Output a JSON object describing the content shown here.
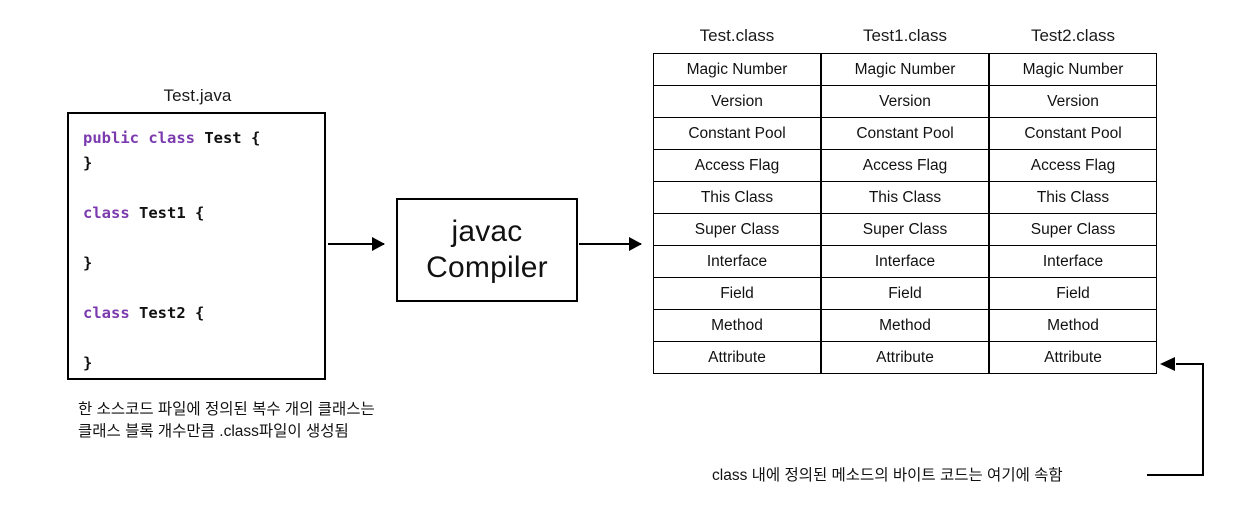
{
  "source": {
    "label": "Test.java",
    "code_lines": [
      {
        "keyword": "public class",
        "rest": " Test {"
      },
      {
        "keyword": "",
        "rest": "}"
      },
      {
        "keyword": "",
        "rest": ""
      },
      {
        "keyword": "class",
        "rest": " Test1 {"
      },
      {
        "keyword": "",
        "rest": ""
      },
      {
        "keyword": "",
        "rest": "}"
      },
      {
        "keyword": "",
        "rest": ""
      },
      {
        "keyword": "class",
        "rest": " Test2 {"
      },
      {
        "keyword": "",
        "rest": ""
      },
      {
        "keyword": "",
        "rest": "}"
      }
    ],
    "code_plain": "public class Test {\n}\n\nclass Test1 {\n\n}\n\nclass Test2 {\n\n}",
    "caption": "한 소스코드 파일에 정의된 복수 개의 클래스는\n클래스 블록 개수만큼 .class파일이 생성됨"
  },
  "compiler": {
    "line1": "javac",
    "line2": "Compiler"
  },
  "class_files": {
    "row_labels": [
      "Magic Number",
      "Version",
      "Constant Pool",
      "Access Flag",
      "This Class",
      "Super Class",
      "Interface",
      "Field",
      "Method",
      "Attribute"
    ],
    "columns": [
      {
        "title": "Test.class",
        "rows": [
          "Magic Number",
          "Version",
          "Constant Pool",
          "Access Flag",
          "This Class",
          "Super Class",
          "Interface",
          "Field",
          "Method",
          "Attribute"
        ]
      },
      {
        "title": "Test1.class",
        "rows": [
          "Magic Number",
          "Version",
          "Constant Pool",
          "Access Flag",
          "This Class",
          "Super Class",
          "Interface",
          "Field",
          "Method",
          "Attribute"
        ]
      },
      {
        "title": "Test2.class",
        "rows": [
          "Magic Number",
          "Version",
          "Constant Pool",
          "Access Flag",
          "This Class",
          "Super Class",
          "Interface",
          "Field",
          "Method",
          "Attribute"
        ]
      }
    ]
  },
  "annotations": {
    "method_caption": "class 내에 정의된 메소드의 바이트 코드는 여기에 속함"
  },
  "colors": {
    "keyword_purple": "#7b3baf",
    "ink": "#000000",
    "background": "#ffffff"
  }
}
